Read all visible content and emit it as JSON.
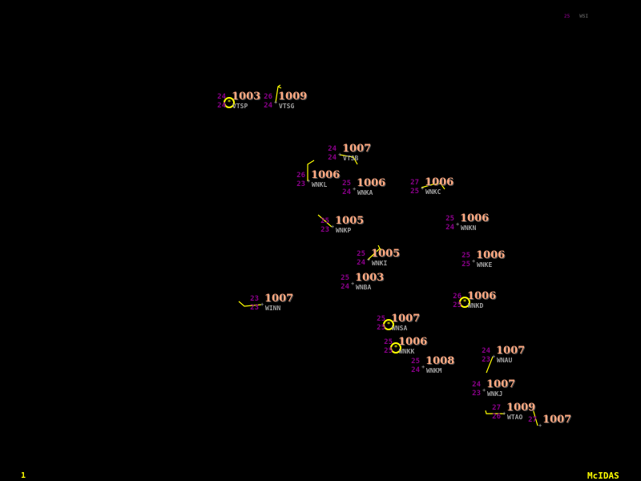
{
  "stations": [
    {
      "id": "VTSP",
      "pressure": "1003",
      "temp": "24",
      "dew": "24",
      "wx": "rain"
    },
    {
      "id": "VTSG",
      "pressure": "1009",
      "temp": "26",
      "dew": "24"
    },
    {
      "id": "VTSB",
      "pressure": "1007",
      "temp": "24",
      "dew": "24"
    },
    {
      "id": "WNKL",
      "pressure": "1006",
      "temp": "26",
      "dew": "23"
    },
    {
      "id": "WNKA",
      "pressure": "1006",
      "temp": "25",
      "dew": "24"
    },
    {
      "id": "WNKC",
      "pressure": "1006",
      "temp": "27",
      "dew": "25"
    },
    {
      "id": "WNKP",
      "pressure": "1005",
      "temp": "25",
      "dew": "23"
    },
    {
      "id": "WNKN",
      "pressure": "1006",
      "temp": "25",
      "dew": "24"
    },
    {
      "id": "WNKI",
      "pressure": "1005",
      "temp": "25",
      "dew": "24"
    },
    {
      "id": "WNKE",
      "pressure": "1006",
      "temp": "25",
      "dew": "25"
    },
    {
      "id": "WNBA",
      "pressure": "1003",
      "temp": "25",
      "dew": "24"
    },
    {
      "id": "WINN",
      "pressure": "1007",
      "temp": "23",
      "dew": "23"
    },
    {
      "id": "WNKD",
      "pressure": "1006",
      "temp": "26",
      "dew": "25",
      "wx": "rain"
    },
    {
      "id": "WNSA",
      "pressure": "1007",
      "temp": "25",
      "dew": "25",
      "wx": "rain"
    },
    {
      "id": "WNKK",
      "pressure": "1006",
      "temp": "25",
      "dew": "25",
      "wx": "rain"
    },
    {
      "id": "WNKM",
      "pressure": "1008",
      "temp": "25",
      "dew": "24"
    },
    {
      "id": "WNAU",
      "pressure": "1007",
      "temp": "24",
      "dew": "23"
    },
    {
      "id": "WNKJ",
      "pressure": "1007",
      "temp": "24",
      "dew": "23"
    },
    {
      "id": "WTAO",
      "pressure": "1009",
      "temp": "27",
      "dew": "26"
    },
    {
      "id": "",
      "pressure": "1007",
      "temp": "27",
      "dew": ""
    }
  ],
  "corner": {
    "left": "25",
    "right": "WSI"
  },
  "frame_number": "1",
  "logo": "McIDAS",
  "colors": {
    "pressure": "#ffa880",
    "temp": "#8a008a",
    "id": "#a0a0a0",
    "wind": "#ffff00",
    "label": "#ffff00"
  }
}
